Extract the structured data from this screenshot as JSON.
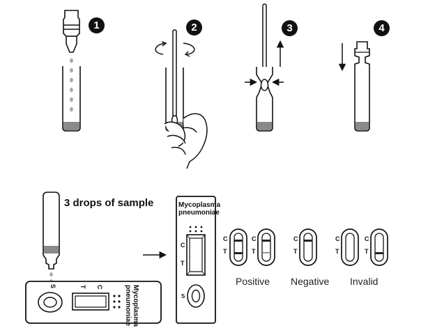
{
  "steps": [
    "1",
    "2",
    "3",
    "4"
  ],
  "instruction": "3 drops of sample",
  "device": {
    "brand_line1": "Mycoplasma",
    "brand_line2": "pneumoniae",
    "label_c": "C",
    "label_t": "T",
    "label_s": "S"
  },
  "results": {
    "positive": "Positive",
    "negative": "Negative",
    "invalid": "Invalid"
  },
  "colors": {
    "ink": "#111111",
    "reagent": "#8a8a8a",
    "drop": "#a8a8a8",
    "line": "#222222"
  }
}
